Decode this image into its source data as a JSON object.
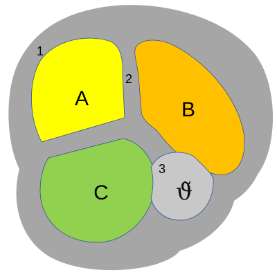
{
  "regions": {
    "a": {
      "label": "A",
      "color": "#ffff00"
    },
    "b": {
      "label": "B",
      "color": "#ffc000"
    },
    "c": {
      "label": "C",
      "color": "#92d050"
    },
    "d": {
      "glyph": "ϑ̃",
      "color": "#c8c8c8"
    }
  },
  "numbers": {
    "n1": "1",
    "n2": "2",
    "n3": "3"
  },
  "colors": {
    "outer": "#a6a6a6",
    "outline": "#2f5597"
  }
}
